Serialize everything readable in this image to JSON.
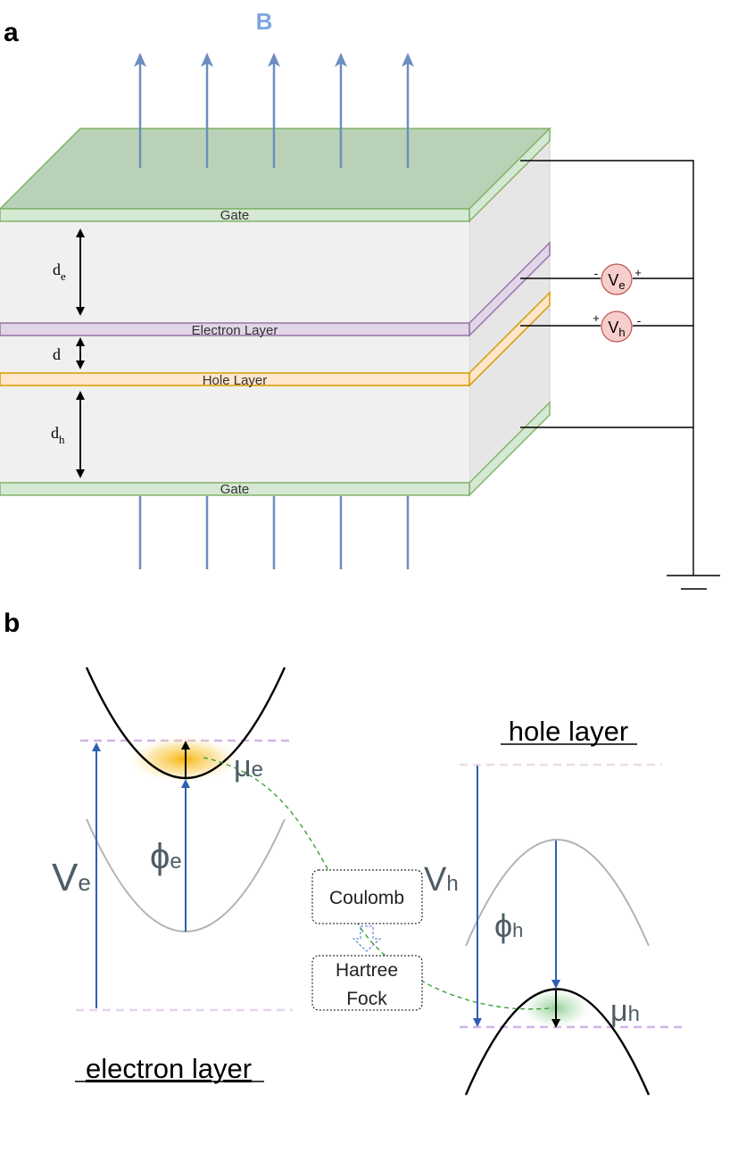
{
  "panel_a": {
    "label": "a",
    "field_label": "B",
    "gate_top": "Gate",
    "gate_bottom": "Gate",
    "electron_layer": "Electron Layer",
    "hole_layer": "Hole Layer",
    "d_e": {
      "base": "d",
      "sub": "e"
    },
    "d": "d",
    "d_h": {
      "base": "d",
      "sub": "h"
    },
    "v_e": {
      "base": "V",
      "sub": "e",
      "minus": "-",
      "plus": "+"
    },
    "v_h": {
      "base": "V",
      "sub": "h",
      "minus": "-",
      "plus": "+"
    }
  },
  "panel_b": {
    "label": "b",
    "electron_layer_title": "electron layer",
    "hole_layer_title": "hole layer",
    "V_e": {
      "base": "V",
      "sub": "e"
    },
    "phi_e": {
      "base": "ϕ",
      "sub": "e"
    },
    "mu_e": {
      "base": "μ",
      "sub": "e"
    },
    "V_h": {
      "base": "V",
      "sub": "h"
    },
    "phi_h": {
      "base": "ϕ",
      "sub": "h"
    },
    "mu_h": {
      "base": "μ",
      "sub": "h"
    },
    "coulomb": "Coulomb",
    "hartree": "Hartree",
    "fock": "Fock"
  },
  "colors": {
    "field_arrow": "#6c8ebf",
    "gate_fill": "#d5e8d4",
    "gate_stroke": "#82b366",
    "electron_fill": "#e1d5e7",
    "electron_stroke": "#9673a6",
    "hole_fill": "#ffe6cc",
    "hole_stroke": "#d79b00",
    "meter_fill": "#f8cecc",
    "meter_stroke": "#b85450",
    "band_arrow": "#2f5fb3",
    "level_dash": "#d2b4e6",
    "coulomb_link": "#2e9c2e"
  }
}
